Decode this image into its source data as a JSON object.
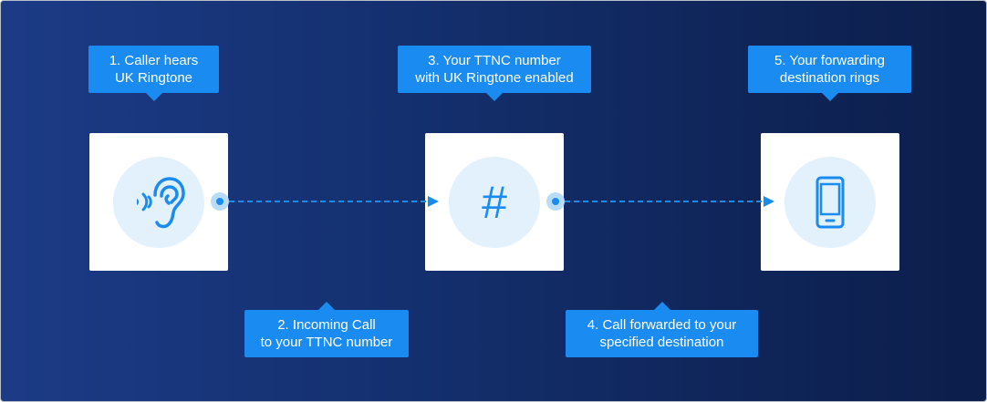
{
  "steps": {
    "step1": {
      "line1": "1. Caller hears",
      "line2": "UK Ringtone"
    },
    "step2": {
      "line1": "2. Incoming Call",
      "line2": "to your TTNC number"
    },
    "step3": {
      "line1": "3. Your TTNC number",
      "line2": "with UK Ringtone enabled"
    },
    "step4": {
      "line1": "4. Call forwarded to your",
      "line2": "specified destination"
    },
    "step5": {
      "line1": "5. Your forwarding",
      "line2": "destination rings"
    }
  },
  "icons": {
    "card1": "ear-icon",
    "card2": "hash-icon",
    "card3": "mobile-phone-icon"
  },
  "hash_symbol": "#",
  "colors": {
    "accent": "#1a8bf0",
    "icon_bg": "#e3f1fd",
    "background_start": "#1c3b86",
    "background_end": "#0c1e4a",
    "card": "#ffffff"
  }
}
